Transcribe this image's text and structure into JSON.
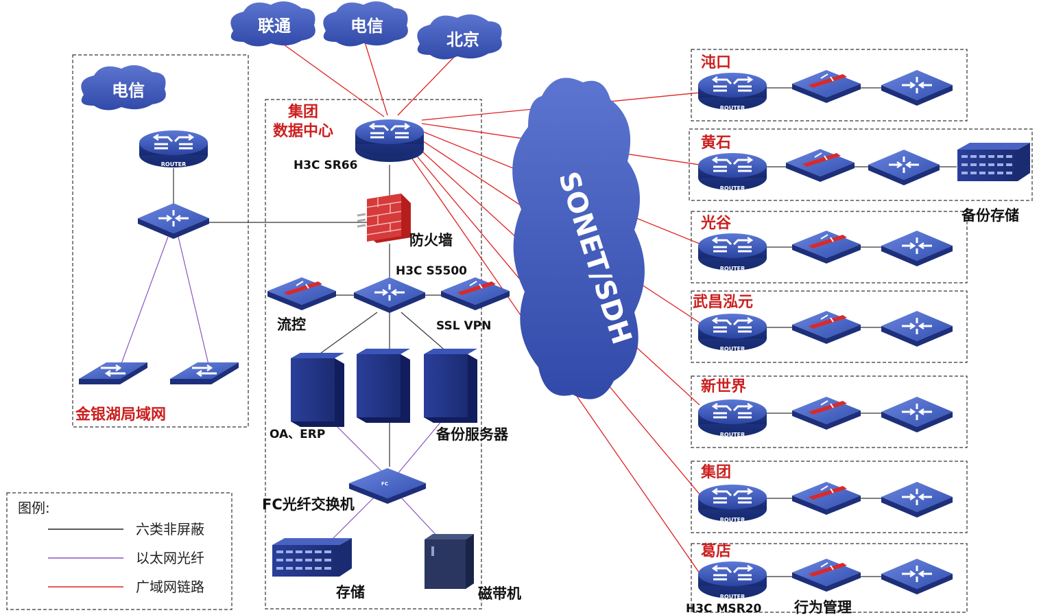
{
  "clouds": {
    "unicom": "联通",
    "telecom": "电信",
    "beijing": "北京",
    "local_telecom": "电信",
    "sonet": "SONET/SDH"
  },
  "jinyinhu": {
    "title": "金银湖局域网"
  },
  "datacenter": {
    "title_line1": "集团",
    "title_line2": "数据中心",
    "core_router": "H3C SR66",
    "firewall": "防火墙",
    "core_switch": "H3C S5500",
    "flow_control": "流控",
    "ssl_vpn": "SSL VPN",
    "oa_erp": "OA、ERP",
    "backup_server": "备份服务器",
    "fc_switch": "FC光纤交换机",
    "storage": "存储",
    "tape": "磁带机"
  },
  "branches": [
    {
      "name": "沌口"
    },
    {
      "name": "黄石",
      "extra": "备份存储"
    },
    {
      "name": "光谷"
    },
    {
      "name": "武昌泓元"
    },
    {
      "name": "新世界"
    },
    {
      "name": "集团"
    },
    {
      "name": "葛店",
      "router_model": "H3C MSR20",
      "extra": "行为管理"
    }
  ],
  "router_tag": "ROUTER",
  "fc_tag": "FC",
  "legend": {
    "title": "图例:",
    "items": [
      {
        "label": "六类非屏蔽",
        "color": "#222222"
      },
      {
        "label": "以太网光纤",
        "color": "#8a55c0"
      },
      {
        "label": "广域网链路",
        "color": "#e02020"
      }
    ]
  },
  "colors": {
    "device_blue": "#2e4aa8",
    "cloud_blue": "#3d56b5",
    "wan_red": "#e02020",
    "label_red": "#cc1f1f"
  }
}
